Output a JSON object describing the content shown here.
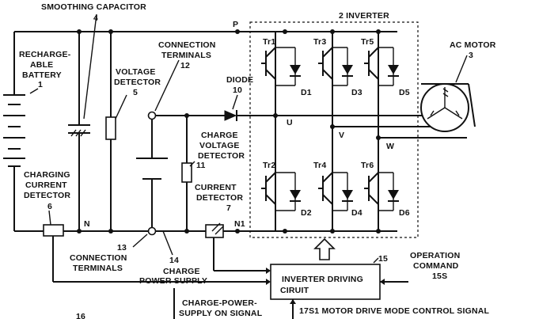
{
  "labels": {
    "smoothing_capacitor": "SMOOTHING CAPACITOR",
    "smoothing_capacitor_num": "4",
    "inverter": "2 INVERTER",
    "p_node": "P",
    "connection_terminals_top_1": "CONNECTION",
    "connection_terminals_top_2": "TERMINALS",
    "connection_terminals_top_num": "12",
    "battery_1": "RECHARGE-",
    "battery_2": "ABLE",
    "battery_3": "BATTERY",
    "battery_num": "1",
    "voltage_detector_1": "VOLTAGE",
    "voltage_detector_2": "DETECTOR",
    "voltage_detector_num": "5",
    "diode_1": "DIODE",
    "diode_num": "10",
    "ac_motor_1": "AC MOTOR",
    "ac_motor_num": "3",
    "u_node": "U",
    "v_node": "V",
    "w_node": "W",
    "charge_voltage_detector_1": "CHARGE",
    "charge_voltage_detector_2": "VOLTAGE",
    "charge_voltage_detector_3": "DETECTOR",
    "charge_voltage_detector_num": "11",
    "charging_current_detector_1": "CHARGING",
    "charging_current_detector_2": "CURRENT",
    "charging_current_detector_3": "DETECTOR",
    "charging_current_detector_num": "6",
    "current_detector_1": "CURRENT",
    "current_detector_2": "DETECTOR",
    "current_detector_num": "7",
    "n_node": "N",
    "n1_node": "N1",
    "connection_terminals_bottom_num": "13",
    "connection_terminals_bottom_1": "CONNECTION",
    "connection_terminals_bottom_2": "TERMINALS",
    "charge_power_supply_num": "14",
    "charge_power_supply_1": "CHARGE",
    "charge_power_supply_2": "POWER SUPPLY",
    "inverter_driving_num": "15",
    "inverter_driving_1": "INVERTER DRIVING",
    "inverter_driving_2": "CIRUIT",
    "operation_command_1": "OPERATION",
    "operation_command_2": "COMMAND",
    "operation_command_num": "15S",
    "charge_power_signal_1": "CHARGE-POWER-",
    "charge_power_signal_2": "SUPPLY ON SIGNAL",
    "motor_drive_signal": "17S1 MOTOR DRIVE MODE CONTROL SIGNAL",
    "fig_partial": "16",
    "tr1": "Tr1",
    "tr2": "Tr2",
    "tr3": "Tr3",
    "tr4": "Tr4",
    "tr5": "Tr5",
    "tr6": "Tr6",
    "d1": "D1",
    "d2": "D2",
    "d3": "D3",
    "d4": "D4",
    "d5": "D5",
    "d6": "D6"
  }
}
